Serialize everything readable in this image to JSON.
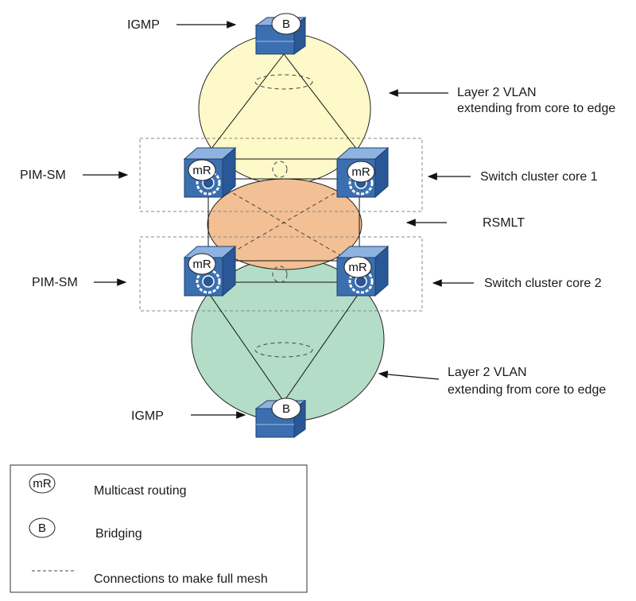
{
  "labels": {
    "igmp_top": "IGMP",
    "igmp_bottom": "IGMP",
    "pim_sm_1": "PIM-SM",
    "pim_sm_2": "PIM-SM",
    "l2vlan_top_line1": "Layer 2 VLAN",
    "l2vlan_top_line2": "extending from core to edge",
    "l2vlan_bottom_line1": "Layer 2 VLAN",
    "l2vlan_bottom_line2": "extending from core to edge",
    "cluster_core_1": "Switch cluster core 1",
    "cluster_core_2": "Switch cluster core 2",
    "rsmlt": "RSMLT"
  },
  "badges": {
    "multicast_router": "mR",
    "bridge": "B"
  },
  "legend": {
    "multicast_symbol": "mR",
    "multicast_label": "Multicast routing",
    "bridging_symbol": "B",
    "bridging_label": "Bridging",
    "mesh_label": "Connections to make full mesh"
  },
  "colors": {
    "top_vlan": "#fdf9c8",
    "rsmlt": "#f2c094",
    "bottom_vlan": "#b4ddc8",
    "switch_blue": "#3b6fb0",
    "switch_top": "#8fb3e0"
  }
}
